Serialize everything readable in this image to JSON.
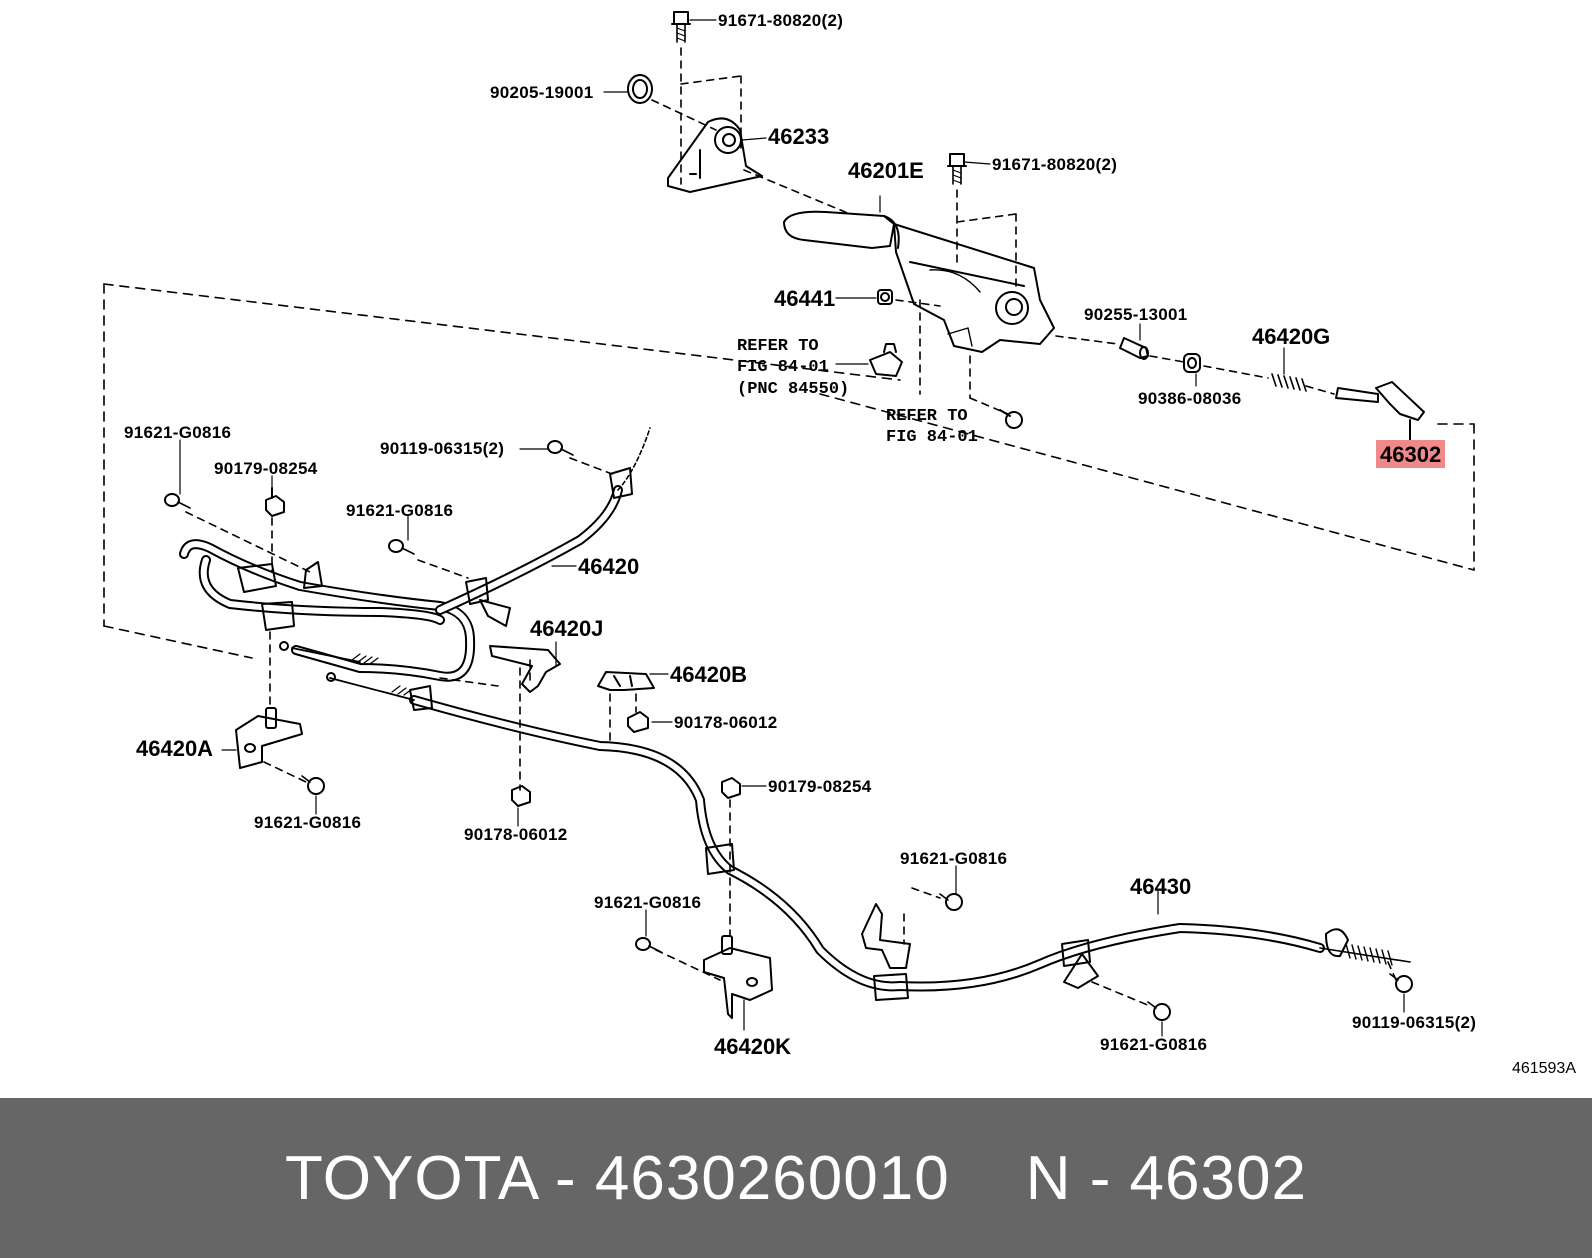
{
  "diagram": {
    "drawing_code": "461593A",
    "highlighted_part": "46302",
    "labels": {
      "p_91671_top": "91671-80820(2)",
      "p_90205": "90205-19001",
      "p_46233": "46233",
      "p_91671_right": "91671-80820(2)",
      "p_46201E": "46201E",
      "p_46441": "46441",
      "p_90255": "90255-13001",
      "p_46420G": "46420G",
      "p_90386": "90386-08036",
      "p_46302": "46302",
      "refer_1_line1": "REFER TO",
      "refer_1_line2": "FIG 84-01",
      "refer_1_line3": "(PNC 84550)",
      "refer_2_line1": "REFER TO",
      "refer_2_line2": "FIG 84-01",
      "p_91621_a": "91621-G0816",
      "p_90179_a": "90179-08254",
      "p_90119_a": "90119-06315(2)",
      "p_91621_b": "91621-G0816",
      "p_46420": "46420",
      "p_46420J": "46420J",
      "p_46420B": "46420B",
      "p_90178_a": "90178-06012",
      "p_46420A": "46420A",
      "p_91621_c": "91621-G0816",
      "p_90178_b": "90178-06012",
      "p_90179_b": "90179-08254",
      "p_91621_d": "91621-G0816",
      "p_91621_e": "91621-G0816",
      "p_46430": "46430",
      "p_46420K": "46420K",
      "p_91621_f": "91621-G0816",
      "p_90119_b": "90119-06315(2)"
    }
  },
  "footer": {
    "brand_part": "TOYOTA - 4630260010",
    "pnc": "N - 46302",
    "background_color": "#666666",
    "text_color": "#ffffff"
  },
  "highlight_color": "#f08a8a"
}
